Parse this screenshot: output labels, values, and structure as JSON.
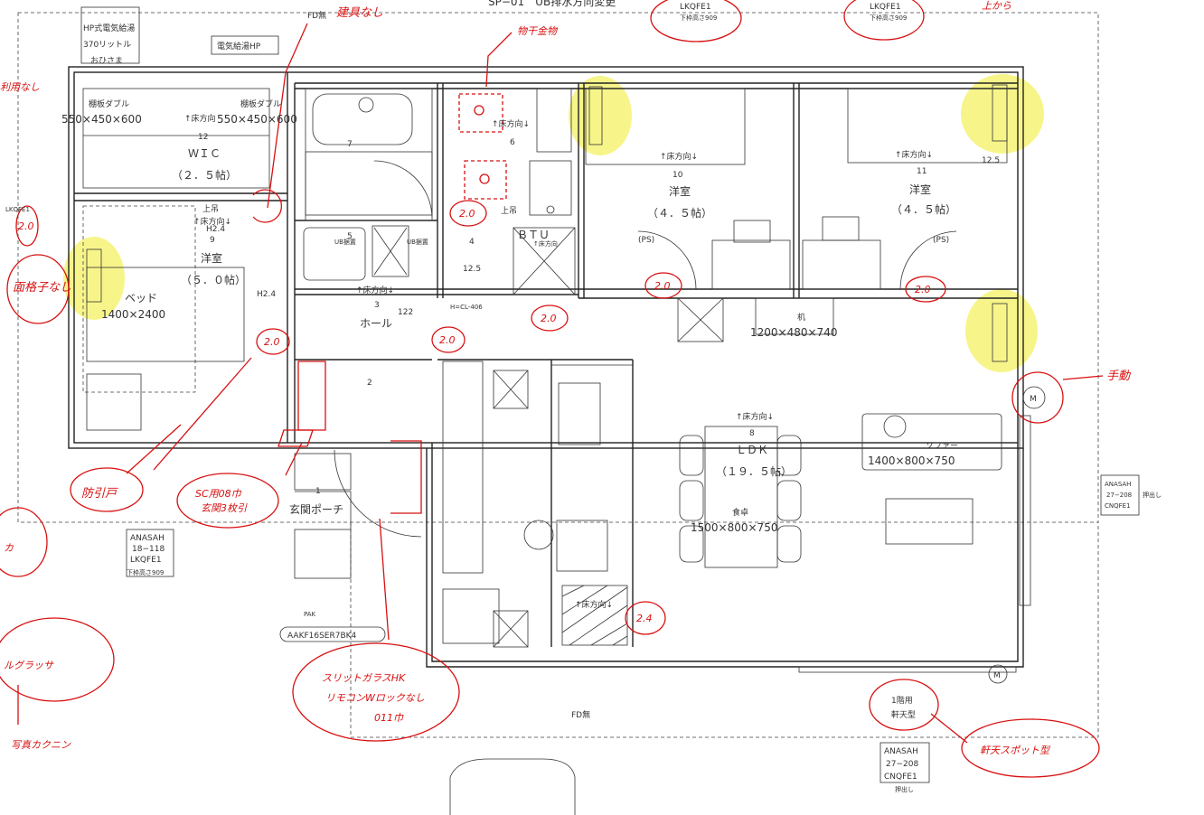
{
  "plan": {
    "top_labels": {
      "fd_top": "FD無",
      "fd_bottom": "FD無",
      "sp": "SP−01　UB排水方向変更",
      "lkq_top1": "LKQFE1",
      "lkq_top1_sub": "下枠高さ909",
      "lkq_top2": "LKQFE1",
      "lkq_top2_sub": "下枠高さ909"
    },
    "hp": {
      "line1": "HP式電気給湯",
      "line2": "370リットル",
      "line3": "おひさま",
      "box": "電気給湯HP"
    },
    "rooms": {
      "wic_num": "12",
      "wic_name": "ＷＩＣ",
      "wic_size": "（２．５帖）",
      "wic_dir": "↑床方向",
      "shelf1": "棚板ダブル",
      "shelf1_size": "550×450×600",
      "shelf2": "棚板ダブル",
      "shelf2_size": "550×450×600",
      "bath_num": "7",
      "wash_num": "5",
      "toilet_num": "6",
      "toilet_dir": "↑床方向↓",
      "room9_num": "9",
      "room9_name": "洋室",
      "room9_size": "（５．０帖）",
      "room9_dir": "↑床方向↓",
      "bed": "ベッド",
      "bed_size": "1400×2400",
      "room10_num": "10",
      "room10_name": "洋室",
      "room10_size": "（４．５帖）",
      "room10_dir": "↑床方向↓",
      "room11_num": "11",
      "room11_name": "洋室",
      "room11_size": "（４．５帖）",
      "room11_dir": "↑床方向↓",
      "hall_num": "3",
      "hall_name": "ホール",
      "hall_dir": "↑床方向↓",
      "hall_dim": "122",
      "hall_cl": "H=CL-406",
      "num4": "4",
      "btu": "ＢＴＵ",
      "btu_dir": "↑床方向",
      "desk": "机",
      "desk_size": "1200×480×740",
      "ldk_num": "8",
      "ldk_name": "ＬＤＫ",
      "ldk_size": "（１９．５帖）",
      "ldk_dir": "↑床方向↓",
      "table": "食卓",
      "table_size": "1500×800×750",
      "sofa": "ソファー",
      "sofa_size": "1400×800×750",
      "entry_num": "2",
      "porch_num": "1",
      "porch_name": "玄関ポーチ",
      "kitchen_dir": "↑床方向↓",
      "ps1": "(PS)",
      "ps2": "(PS)",
      "ub_left": "UB据置",
      "ub_right": "UB据置",
      "h24_left": "H2.4",
      "h24_mid": "H2.4",
      "jo": "上吊",
      "jo2": "上吊",
      "m_left": "12.5",
      "m_right": "12.5"
    },
    "windows": {
      "anasah_left": "ANASAH",
      "anasah_left_code": "18−118",
      "anasah_left_type": "LKQFE1",
      "anasah_left_sub": "下枠高さ909",
      "anasah_right": "ANASAH",
      "anasah_right_code": "27−208",
      "anasah_right_type": "CNQFE1",
      "anasah_right_sub": "押出し",
      "anasah_bottom": "ANASAH",
      "anasah_bottom_code": "27−208",
      "anasah_bottom_type": "CNQFE1",
      "anasah_bottom_sub": "押出し",
      "lkq_side": "LKQFE1",
      "pak": "PAK",
      "aakf": "AAKF16SER7BK4",
      "nokiten1": "1階用",
      "nokiten2": "軒天型",
      "motor": "M"
    },
    "notes": {
      "tategu": "建具なし",
      "mono": "物干金物",
      "kaku": "面格子なし",
      "riyo": "利用なし",
      "boshi": "防引戸",
      "sc": "SC用08巾",
      "sc2": "玄関3枚引",
      "slit1": "スリットガラスHK",
      "slit2": "リモコンWロックなし",
      "slit3": "011巾",
      "shudo": "手動",
      "nokiten": "軒天スポット型",
      "shashin": "写真カクニン",
      "glass": "ルグラッサ",
      "ka": "カ",
      "ue": "上から",
      "h20_1": "2.0",
      "h20_2": "2.0",
      "h20_3": "2.0",
      "h20_4": "2.0",
      "h20_5": "2.0",
      "h20_6": "2.0",
      "h20_7": "2.0",
      "h24": "2.4"
    }
  }
}
